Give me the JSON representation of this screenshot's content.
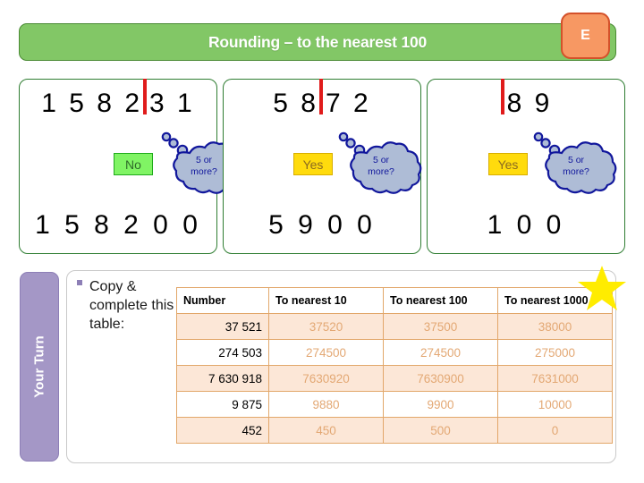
{
  "slide": {
    "title": "Rounding – to the nearest 100",
    "badge_label": "E",
    "badge_color": "#f79863",
    "title_bar_color": "#82c766"
  },
  "examples": [
    {
      "left_digits": "1 5 8 2",
      "right_digits": "3 1",
      "verdict": "No",
      "verdict_type": "no",
      "bubble_line1": "5 or",
      "bubble_line2": "more?",
      "answer": "1 5 8 2 0 0"
    },
    {
      "left_digits": "5 8",
      "right_digits": "7 2",
      "verdict": "Yes",
      "verdict_type": "yes",
      "bubble_line1": "5 or",
      "bubble_line2": "more?",
      "answer": "5 9 0 0"
    },
    {
      "left_digits": "",
      "right_digits": "8 9",
      "verdict": "Yes",
      "verdict_type": "yes",
      "bubble_line1": "5 or",
      "bubble_line2": "more?",
      "answer": "1 0 0"
    }
  ],
  "your_turn": {
    "tab_label": "Your Turn",
    "task_text": "Copy & complete this table:"
  },
  "table": {
    "headers": [
      "Number",
      "To nearest 10",
      "To nearest 100",
      "To nearest 1000"
    ],
    "rows": [
      {
        "number": "37 521",
        "r10": "37520",
        "r100": "37500",
        "r1000": "38000"
      },
      {
        "number": "274 503",
        "r10": "274500",
        "r100": "274500",
        "r1000": "275000"
      },
      {
        "number": "7 630 918",
        "r10": "7630920",
        "r100": "7630900",
        "r1000": "7631000"
      },
      {
        "number": "9 875",
        "r10": "9880",
        "r100": "9900",
        "r1000": "10000"
      },
      {
        "number": "452",
        "r10": "450",
        "r100": "500",
        "r1000": "0"
      }
    ]
  },
  "decor": {
    "star_color": "#ffec00",
    "divider_color": "#e01b1b",
    "bubble_fill": "#aebcd6",
    "bubble_stroke": "#11179c"
  }
}
